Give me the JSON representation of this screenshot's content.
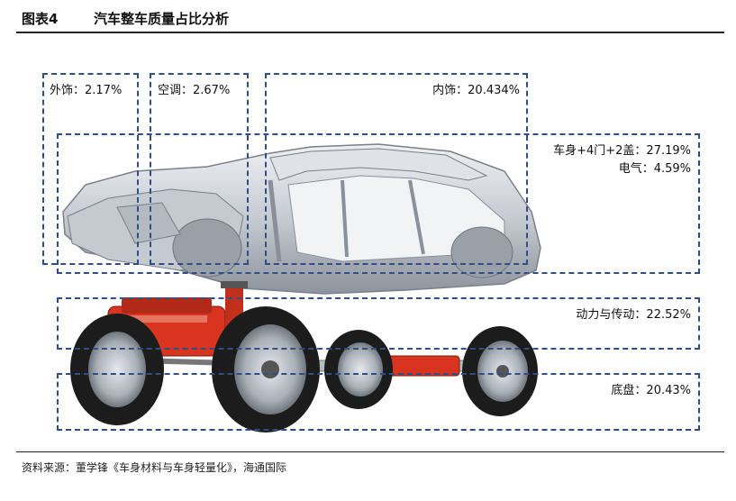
{
  "figure": {
    "number": "图表4",
    "title": "汽车整车质量占比分析"
  },
  "segments": [
    {
      "name": "外饰",
      "pct": "2.17%"
    },
    {
      "name": "空调",
      "pct": "2.67%"
    },
    {
      "name": "内饰",
      "pct": "20.434%"
    },
    {
      "name": "车身+4门+2盖",
      "pct": "27.19%"
    },
    {
      "name": "电气",
      "pct": "4.59%"
    },
    {
      "name": "动力与传动",
      "pct": "22.52%"
    },
    {
      "name": "底盘",
      "pct": "20.43%"
    }
  ],
  "labels": {
    "exterior": "外饰：2.17%",
    "aircon": "空调：2.67%",
    "interior": "内饰：20.434%",
    "body": "车身+4门+2盖：27.19%",
    "electrical": "电气：4.59%",
    "powertrain": "动力与传动：22.52%",
    "chassis": "底盘：20.43%"
  },
  "source": "资料来源：董学锋《车身材料与车身轻量化》，海通国际",
  "colors": {
    "box_border": "#2f4f86",
    "body_metal": "#c8ccd2",
    "chassis_red": "#d8341f",
    "tire": "#1c1c1c",
    "rim": "#b9bec6"
  }
}
